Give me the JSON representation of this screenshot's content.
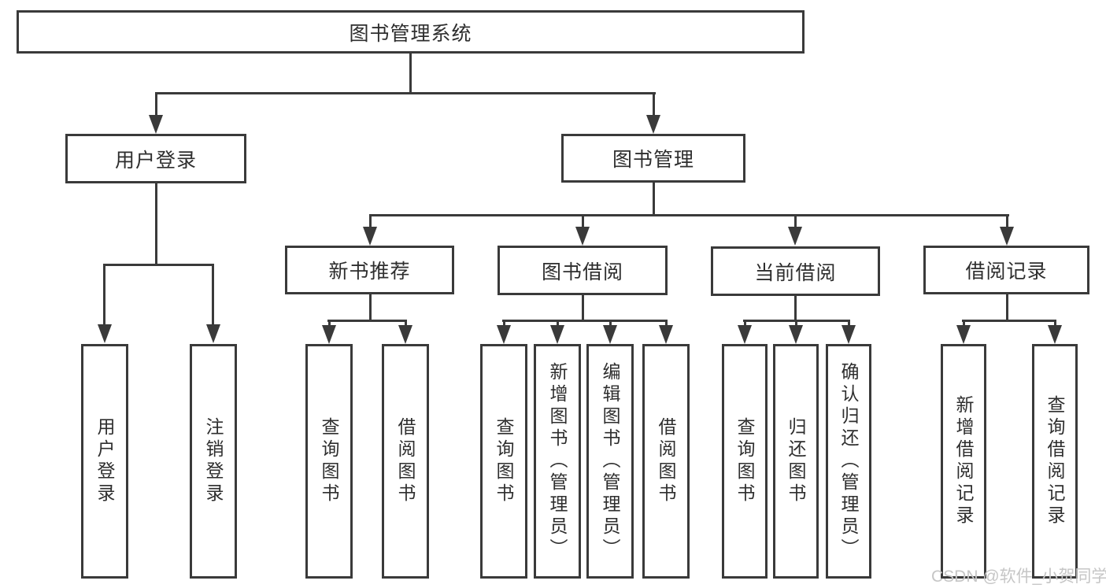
{
  "tree": {
    "label": "图书管理系统",
    "children": [
      {
        "label": "用户登录",
        "children": [
          {
            "label": "用户登录"
          },
          {
            "label": "注销登录"
          }
        ]
      },
      {
        "label": "图书管理",
        "children": [
          {
            "label": "新书推荐",
            "children": [
              {
                "label": "查询图书"
              },
              {
                "label": "借阅图书"
              }
            ]
          },
          {
            "label": "图书借阅",
            "children": [
              {
                "label": "查询图书"
              },
              {
                "label": "新增图书（管理员）"
              },
              {
                "label": "编辑图书（管理员）"
              },
              {
                "label": "借阅图书"
              }
            ]
          },
          {
            "label": "当前借阅",
            "children": [
              {
                "label": "查询图书"
              },
              {
                "label": "归还图书"
              },
              {
                "label": "确认归还（管理员）"
              }
            ]
          },
          {
            "label": "借阅记录",
            "children": [
              {
                "label": "新增借阅记录"
              },
              {
                "label": "查询借阅记录"
              }
            ]
          }
        ]
      }
    ]
  },
  "watermark": {
    "text": "CSDN @软件_小贺同学"
  },
  "colors": {
    "line": "#3a3a3a",
    "node_text": "#2e2e2e",
    "watermark": "#c6c6c6",
    "background": "#ffffff"
  }
}
